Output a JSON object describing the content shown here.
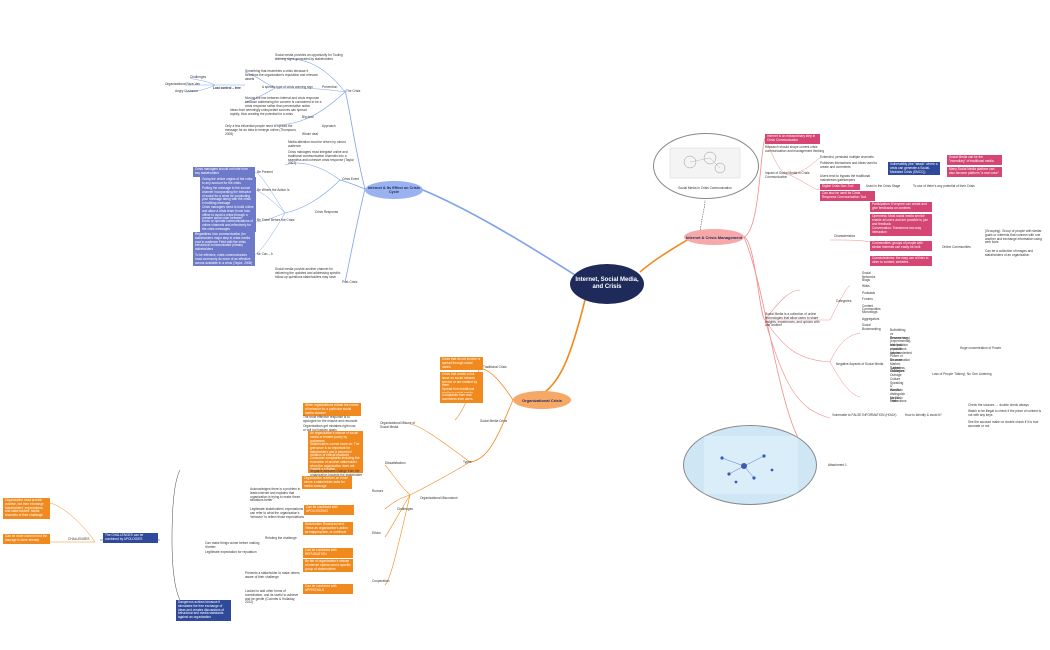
{
  "root": {
    "label": "Internet, Social Media, and Crisis"
  },
  "branches": {
    "internet": "Internet & Its Effect on Crisis Cycle",
    "org": "Organizational Crisis",
    "icm": "Internet & Crisis Management"
  },
  "internet": {
    "the_crisis": "The Crisis",
    "prev_s1": "Social media provides an opportunity for Tooling warning signs generated by stakeholders",
    "prev_s2": "Something that resembles a crisis because it threatens the organization's reputation and relevant assets",
    "prevention": "Prevention",
    "prev_s3": "A specific type of crisis warning sign",
    "prev_s4": "Moving the line between internal and crisis response because addressing the concern is considered to be a crisis response rather than preventative action",
    "challenges": "Challenges",
    "org_face": "Organizational Face-Vax",
    "angry": "Angry Customer",
    "lost_control": "Lost control – tree",
    "big_deal": "Big deal",
    "approach": "Approach",
    "big_s": "Ideas from seemingly unimportant sources can spread rapidly, thus creating the potential for a crisis",
    "whole_s": "Only a few influential people need to spread the message for an idea to emerge online (Thompson, 2005)",
    "whole": "Whole deal",
    "crisis_event": "Crisis Event",
    "ce_s1": "Media attention must be driven by robust audience",
    "ce_s2": "Crisis managers must integrate online and traditional communication channels into a seamless and cohesive crisis response (Taylor, 2007)",
    "be_present": "Be Present",
    "bp_s": "Crisis managers should not hide from key stakeholders",
    "be_where": "Be Where the Action Is",
    "bw_s": "Going the online origins of the crisis to any account for the crisis response messages",
    "bw_s2": "Putting the message in the source channel Incorporating the behavior of social for a crisis for conducting your message along with the crisis in building message",
    "be_there": "Be There Before the Crisis",
    "bt_s": "Crisis managers need to build online and allow a crisis team Know how offline to avoid a crisis through a prepare action plan between Informing a crisis events",
    "bt_s2": "Know or operate communications of online channels and reflectively for the crisis messages",
    "crisis_resp": "Crisis Response",
    "resp_s": "Regardless how communication (for stakeholders major step in crisis media cost in audience Field with the crisis behavioral communicated primary stakeholders",
    "resp_s2": "To be effective, crisis communicators must commonly do more of as effective across available in a crisis (Taylor, 2008)",
    "mrcan": "Mr Can – b",
    "post_crisis": "Post-Crisis",
    "post_s": "Social media provide another channel for delivering the updates and addressing specific follow-up questions stakeholders may have"
  },
  "org": {
    "trad_crisis": "Traditional Crisis",
    "social_crisis": "Social Media Crisis",
    "types": "Types",
    "tc_s1": "Crisis that do not involve or spread through social media",
    "tc_s2": "Creating the crisis in the organization",
    "tc_s3": "Crisis that create a risk issue on social network service or are created by them",
    "tc_s4": "Trigger from social media that is a result of a crisis (Coombs, 2012)",
    "tc_s5": "Spread from traditional media to social media",
    "tc_s6": "Complaints from real comments from users",
    "osm": "Organizational Misuse of Social Media",
    "osm_s1": "When organizations violate the norms of behavior for a particular social media channel",
    "osm_s2": "The most effective response is to apologize for the misuse and reconcile",
    "osm_s3": "Organizations get mistakes right now, or will not happen again",
    "dissatisfaction": "Dissatisfaction",
    "dis_s1": "An organization's misuse of social media or treated poorly by customers",
    "dis_s2": "Stakeholders cannot move on: The grievance is so important for stakeholders and a perceived violation of ethical practices",
    "dis_s3": "Other stakeholders' actions that seem relatively unimportant, indicating that the stakeholder can be expected to be a priority for business",
    "dis_s4": "Consumer complaints including the frustration of another stakeholder when the organization does not provide a solution",
    "dis_s5": "Negative attitudes change from the organization towards the stakeholder",
    "org_misc": "Organizational Misconduct",
    "challenges": "Challenges",
    "rumors": "Rumors",
    "rumor_s1": "Organization receives an email where a stakeholder asks for media coverage",
    "rumor_s2": "Acknowledges there is a problem in leads internet and explains that organization is trying to make these situations better",
    "rumor_s3": "Can be combined with APOLOGIZING",
    "rumor_s4": "Legitimate stakeholders' expectations can refer to what the organization's 'behavior' to reflect those expectations",
    "ethics": "Ethics",
    "eth_s1": "Stakeholder Reassessment: Views an organization's action as inappropriate, or unethical",
    "eth_s2": "Refuting the challenge",
    "eth_s3": "Can be combined with REPUDIATION",
    "eth_s4": "Can make things worse before making it better",
    "eth_s5": "Legitimate expectation for reputation",
    "cooperation": "Cooperation",
    "coop_s1": "Be fair of organization's misuse of internet opinion and a specific group of stakeholders",
    "coop_s2": "Can be combined with APPROVALS",
    "coop_s3": "Prevents a stakeholder to make others aware of their challenge",
    "coop_s4": "Looked to add other forms of combination, and its useful to achieve and be gentle (Coombs & Holladay, 2012)",
    "bl_s1": "Organization must provide positive, but then exchange stakeholders' expectations, and stakeholders' media channels of their challenge",
    "bl_s2": "Can be more common but the damage is done already",
    "challenges_label": "CHALLENGES",
    "combined": "The CHALLENGES can be combined by APOLOGIES",
    "bl_s3": "Dangerous actions because it stimulates the free exchange of ideas and creates discussions of behavioral and media standards against an organization"
  },
  "icm": {
    "thumb_caption": "Social Media in Crisis Communication",
    "im_s1": "Internet is an extraordinary step in Crisis Communication",
    "im_s2": "Research should shape current crisis communication and management thinking",
    "impact": "Impact of Social Media in Crisis Communication",
    "imp_s1": "Extended, persisted multiple channels",
    "imp_s2": "Publishes interactions and ideas used to create and comments",
    "imp_s3": "Users tend to bypass the traditional mainstream gatekeepers",
    "imp_s4": "Digital Crisis Non-Tool",
    "imp_s5": "Used in the Crisis Stage",
    "imp_s6": "To use of there's any potential of their Crisis",
    "imp_s7": "Can also be used for Crisis Response Communication Tool",
    "vuln": "Vulnerability (the \"attack\" where a crisis can generate a Social-Mediated Crisis (SMCC))",
    "vuln_s1": "Social Media can be the \"incendiary\" of traditional media",
    "vuln_s2": "Many Social Media platform can also become platform \"a real voice\"",
    "characteristics": "Characteristics",
    "ch_s1": "Participation: Everyone can create and give feedbacks on contents",
    "ch_s2": "Openness: Most social media service enable all users and are possible to join and feedback",
    "ch_s3": "Conversation: Transforms two-way interaction",
    "ch_s4": "Communities: groups of people with similar interests can easily be built",
    "ch_s5": "Connectedness: the easy use of links to other to content, websites",
    "online_comm": "Online Communities",
    "oc_s1": "(Grouping): Group of people with similar goals or interests that connect with one another and exchange information using web tools",
    "oc_s2": "Can be a collection of images and stakeholders of an organization",
    "categories": "Categories",
    "cats": [
      "Social Networks",
      "Blogs",
      "Wikis",
      "Podcasts",
      "Forums",
      "Content Communities",
      "Microblogs",
      "Aggregators",
      "Social Bookmarking"
    ],
    "smia": "Social Media is a collection of online technologies that allow users to share insights, experiences, and opinion with one another",
    "neg": "Negative Aspects of Social Media",
    "neg_items": [
      "Bullshitting vs Researching",
      "Become used (experimental), and lead productions",
      "Manipulation of public opinion",
      "Unprecedented Power of Dissemination",
      "No more Market-Gained Strategies",
      "\"Lightness Gladiators\"",
      "Outrage Culture",
      "Speaking & Wordlust",
      "Hard to distinguish Lies & Truth",
      "No Basic Interactions"
    ],
    "neg_side1": "Huge concentration of Power",
    "neg_side2": "Loss of People 'Talking', No One Listening",
    "false_info": "Vulnerable to FALSE INFORMATION (HOAX)",
    "fi_how": "How to identify & avoid it?",
    "fi_s1": "Check the sources → double check always",
    "fi_s2": "Watch to be illegal to check if the piece of content is not with any keys",
    "fi_s3": "See the account make no double check if it is true accurate or not",
    "attachment": "Attachment 1"
  },
  "colors": {
    "root": "#1e2a5a",
    "blue": "#9ab3f0",
    "orange": "#f08a1e",
    "pink": "#d64674",
    "indigo": "#6d79c9",
    "navy": "#2f4a9a"
  }
}
